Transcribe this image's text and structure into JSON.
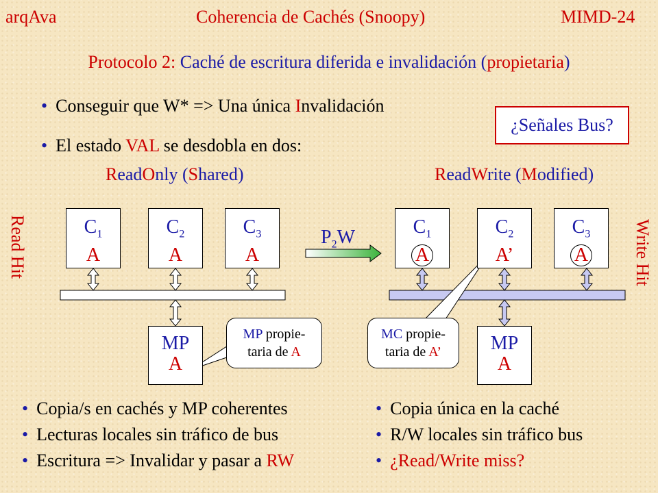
{
  "header": {
    "left": "arqAva",
    "center": "Coherencia de Cachés (Snoopy)",
    "right": "MIMD-24"
  },
  "subtitle": {
    "p1": "Protocolo 2: ",
    "p2": "Caché de escritura diferida e invalidación (",
    "p3": "propietaria",
    "p4": ")"
  },
  "bullets_top": [
    {
      "a": "Conseguir que W* => Una única ",
      "b": "I",
      "c": "nvalidación"
    },
    {
      "a": "El estado ",
      "b": "VAL",
      "c": " se desdobla en dos:"
    }
  ],
  "signals_box": "¿Señales Bus?",
  "left_state": {
    "r": "R",
    "a": "ead",
    "o": "O",
    "b": "nly (",
    "s": "S",
    "c": "hared)"
  },
  "right_state": {
    "r": "R",
    "a": "ead",
    "w": "W",
    "b": "rite (",
    "m": "M",
    "c": "odified)"
  },
  "left_caches": [
    {
      "name": "C",
      "sub": "1",
      "value": "A"
    },
    {
      "name": "C",
      "sub": "2",
      "value": "A"
    },
    {
      "name": "C",
      "sub": "3",
      "value": "A"
    }
  ],
  "right_caches": [
    {
      "name": "C",
      "sub": "1",
      "value": "A"
    },
    {
      "name": "C",
      "sub": "2",
      "value": "A’"
    },
    {
      "name": "C",
      "sub": "3",
      "value": "A"
    }
  ],
  "memory_left": {
    "name": "MP",
    "value": "A"
  },
  "memory_right": {
    "name": "MP",
    "value": "A"
  },
  "transition": {
    "p": "P",
    "sub": "2",
    "w": "W"
  },
  "side_left": "Read Hit",
  "side_right": "Write Hit",
  "callout_left": {
    "a": "MP",
    "b": " propie-",
    "c": "taria de ",
    "d": "A"
  },
  "callout_right": {
    "a": "MC",
    "b": " propie-",
    "c": "taria de ",
    "d": "A’"
  },
  "bullets_bottom_left": [
    {
      "a": "Copia/s en cachés y MP coherentes",
      "b": ""
    },
    {
      "a": "Lecturas locales sin tráfico de bus",
      "b": ""
    },
    {
      "a": "Escritura => Invalidar y pasar a ",
      "b": "RW"
    }
  ],
  "bullets_bottom_right": [
    {
      "a": "Copia única en la caché",
      "b": ""
    },
    {
      "a": "R/W locales sin tráfico bus",
      "b": ""
    },
    {
      "a": "",
      "b": "¿Read/Write miss?"
    }
  ],
  "colors": {
    "accent_red": "#cc0000",
    "accent_blue": "#1a1aa6",
    "bus_active": "#c7c9f2",
    "background": "#f6e6c2"
  }
}
